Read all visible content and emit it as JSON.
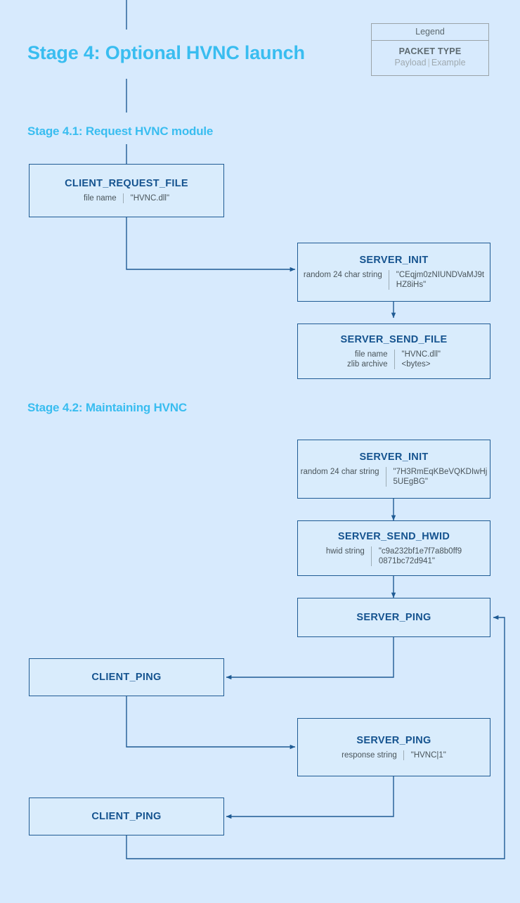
{
  "page": {
    "background": "#d7eafd",
    "accent_title_color": "#39bdf0",
    "node_border_color": "#1f5b94",
    "node_title_color": "#15538f"
  },
  "title": "Stage 4: Optional HVNC launch",
  "sections": [
    {
      "id": "stage-4-1",
      "label": "Stage 4.1: Request HVNC module"
    },
    {
      "id": "stage-4-2",
      "label": "Stage 4.2: Maintaining HVNC"
    }
  ],
  "legend": {
    "header": "Legend",
    "packet_type": "PACKET TYPE",
    "payload": "Payload",
    "separator": "|",
    "example": "Example"
  },
  "nodes": [
    {
      "id": "client-request-file",
      "title": "CLIENT_REQUEST_FILE",
      "rows": [
        {
          "label": "file name",
          "value": "\"HVNC.dll\""
        }
      ]
    },
    {
      "id": "server-init-1",
      "title": "SERVER_INIT",
      "rows": [
        {
          "label": "random 24 char string",
          "value": "\"CEqjm0zNIUNDVaMJ9t\nHZ8iHs\""
        }
      ]
    },
    {
      "id": "server-send-file",
      "title": "SERVER_SEND_FILE",
      "rows": [
        {
          "label": "file name",
          "value": "\"HVNC.dll\""
        },
        {
          "label": "zlib archive",
          "value": "<bytes>"
        }
      ]
    },
    {
      "id": "server-init-2",
      "title": "SERVER_INIT",
      "rows": [
        {
          "label": "random 24 char string",
          "value": "\"7H3RmEqKBeVQKDIwHj\n5UEgBG\""
        }
      ]
    },
    {
      "id": "server-send-hwid",
      "title": "SERVER_SEND_HWID",
      "rows": [
        {
          "label": "hwid string",
          "value": "\"c9a232bf1e7f7a8b0ff9\n0871bc72d941\""
        }
      ]
    },
    {
      "id": "server-ping-1",
      "title": "SERVER_PING",
      "rows": []
    },
    {
      "id": "client-ping-1",
      "title": "CLIENT_PING",
      "rows": []
    },
    {
      "id": "server-ping-2",
      "title": "SERVER_PING",
      "rows": [
        {
          "label": "response string",
          "value": "\"HVNC|1\""
        }
      ]
    },
    {
      "id": "client-ping-2",
      "title": "CLIENT_PING",
      "rows": []
    }
  ]
}
